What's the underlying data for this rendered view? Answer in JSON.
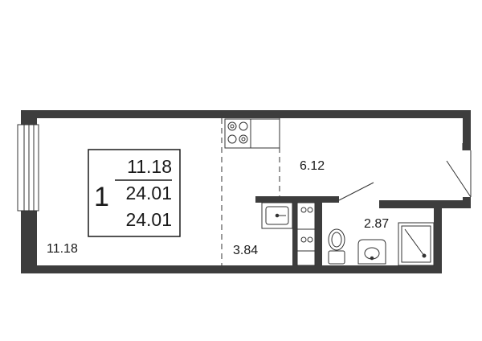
{
  "plan": {
    "room_count": "1",
    "summary": {
      "living_area": "11.18",
      "total_area": "24.01",
      "total_area_incl": "24.01"
    },
    "rooms": {
      "living_room": "11.18",
      "kitchen": "3.84",
      "hallway": "6.12",
      "bathroom": "2.87"
    }
  },
  "colors": {
    "wall": "#3d3d3d",
    "line": "#333333"
  }
}
